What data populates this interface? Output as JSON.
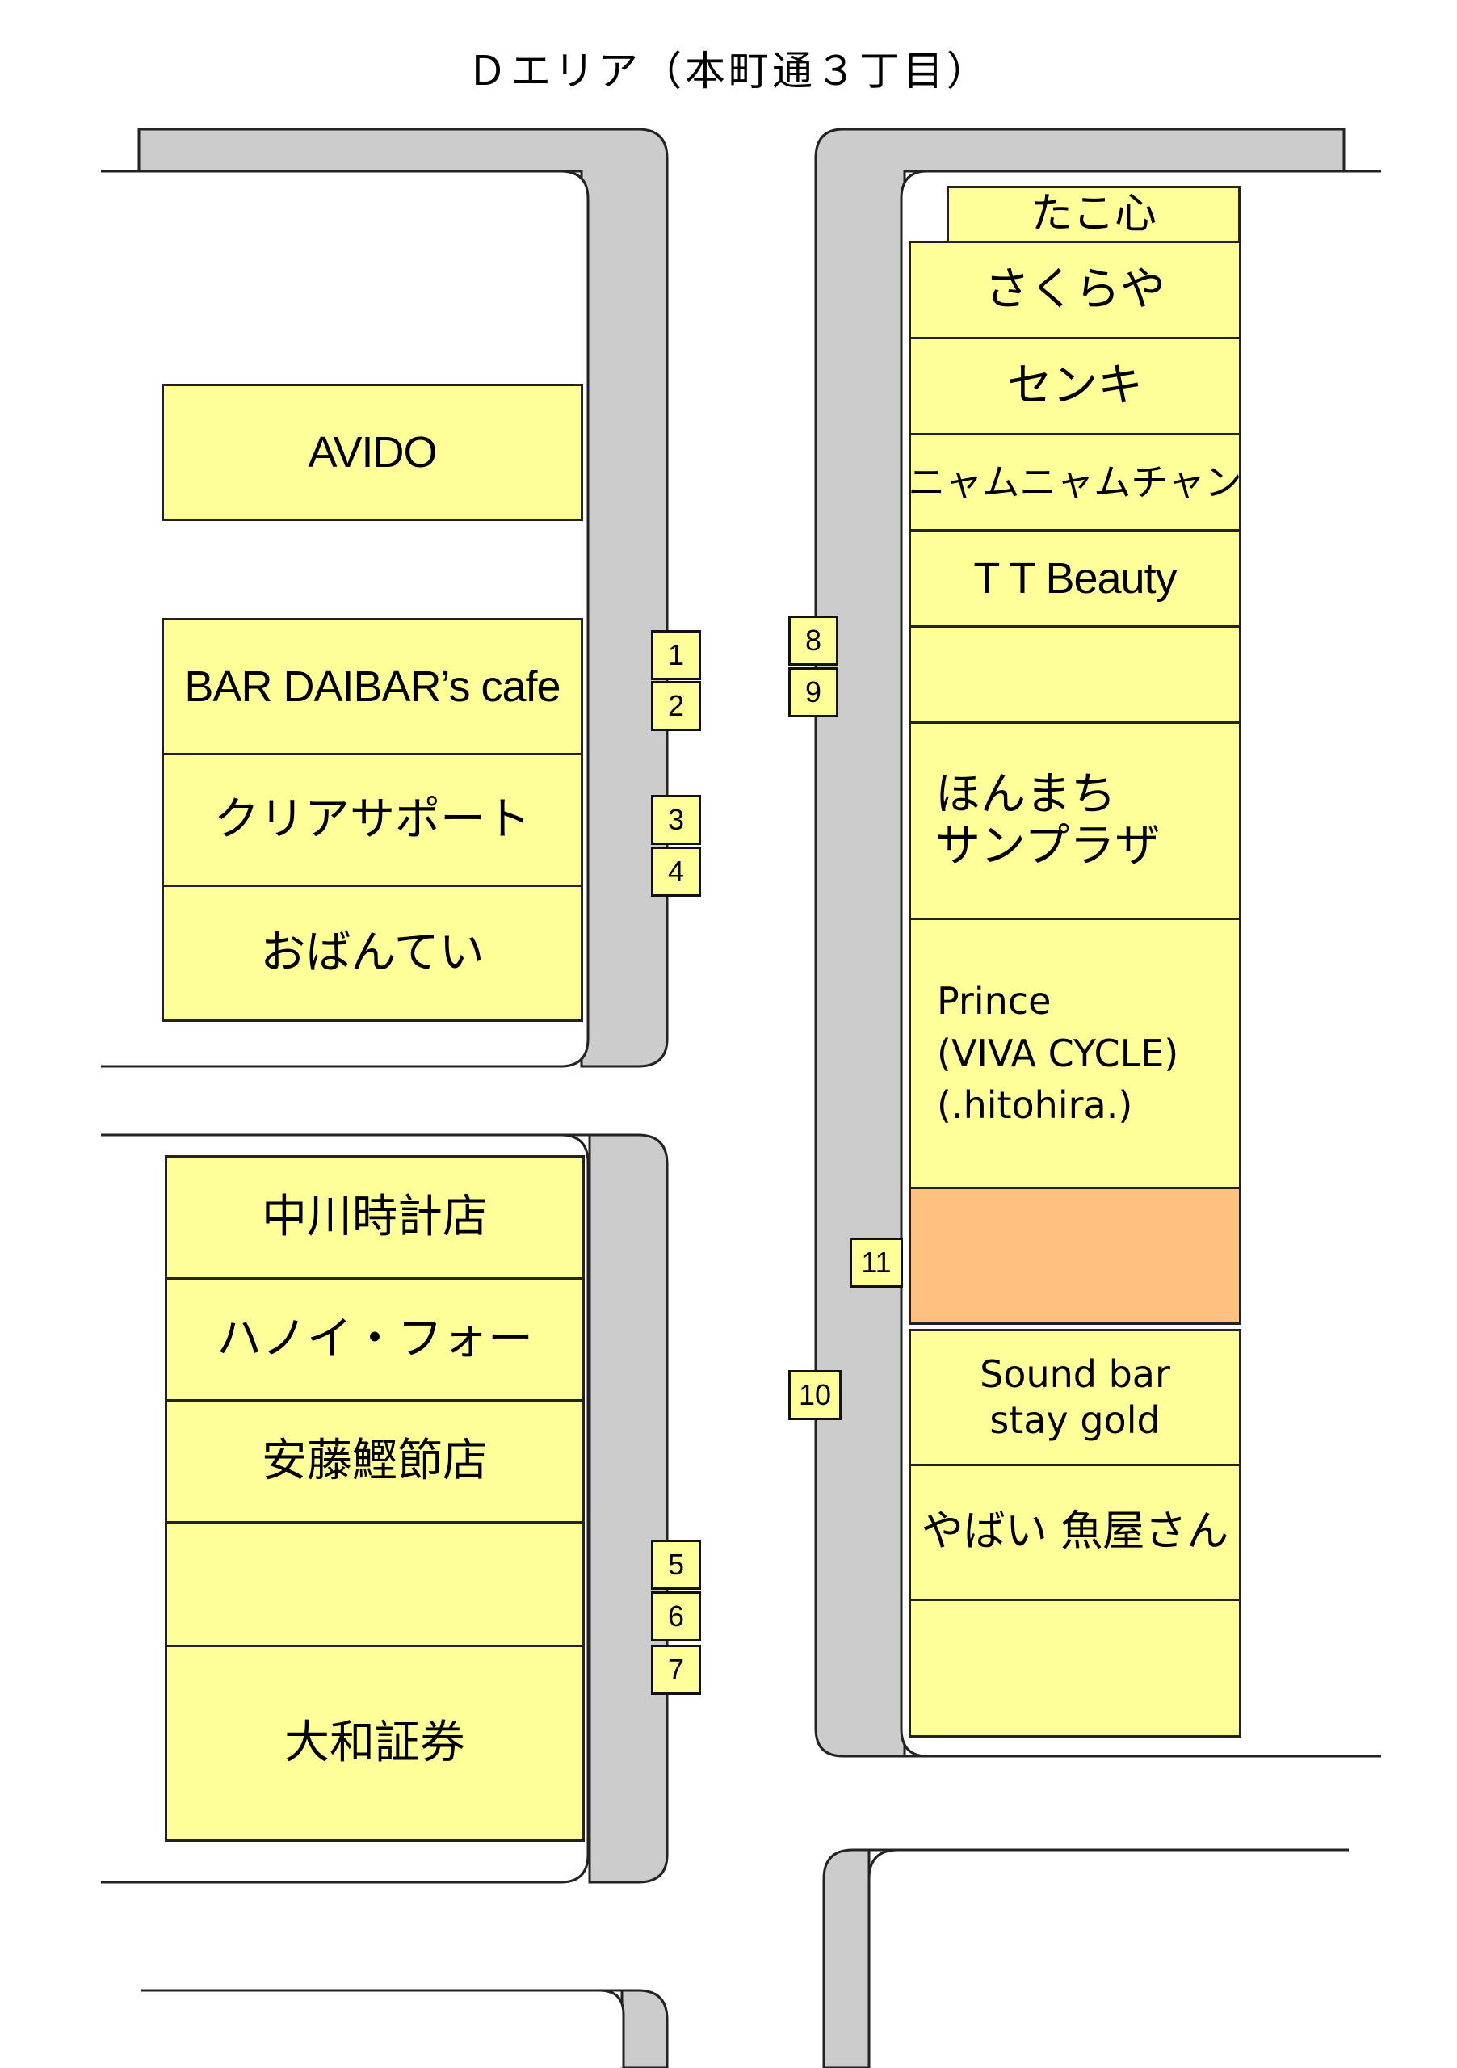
{
  "title": "Ｄエリア（本町通３丁目）",
  "colors": {
    "road": "#cccccc",
    "shop": "#ffff99",
    "highlight": "#ffc080",
    "outline": "#222222"
  },
  "left_top_block": {
    "shops": [
      "AVIDO",
      "BAR DAIBAR’s cafe",
      "クリアサポート",
      "おばんてい"
    ]
  },
  "left_bottom_block": {
    "shops": [
      "中川時計店",
      "ハノイ・フォー",
      "安藤鰹節店",
      "",
      "大和証券"
    ]
  },
  "right_block": {
    "shops": [
      "たこ心",
      "さくらや",
      "センキ",
      "ニャムニャムチャン",
      "T T Beauty",
      "",
      "ほんまち\nサンプラザ",
      "Prince\n(VIVA CYCLE)\n(.hitohira.)",
      "",
      "Sound bar\nstay gold",
      "やばい 魚屋さん",
      ""
    ]
  },
  "markers": [
    "1",
    "2",
    "3",
    "4",
    "5",
    "6",
    "7",
    "8",
    "9",
    "10",
    "11"
  ]
}
